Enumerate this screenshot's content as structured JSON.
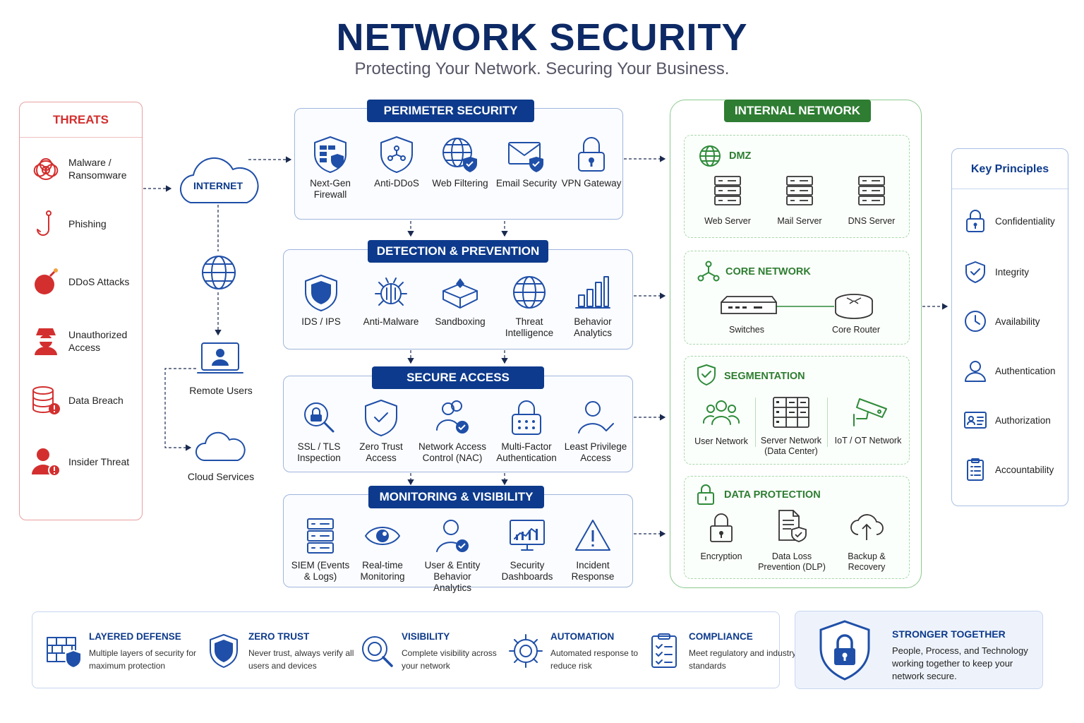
{
  "header": {
    "title": "NETWORK SECURITY",
    "subtitle": "Protecting Your Network. Securing Your Business."
  },
  "threats": {
    "title": "THREATS",
    "items": [
      {
        "label": "Malware / Ransomware",
        "icon": "biohazard-icon"
      },
      {
        "label": "Phishing",
        "icon": "hook-icon"
      },
      {
        "label": "DDoS Attacks",
        "icon": "bomb-icon"
      },
      {
        "label": "Unauthorized Access",
        "icon": "hacker-icon"
      },
      {
        "label": "Data Breach",
        "icon": "database-alert-icon"
      },
      {
        "label": "Insider Threat",
        "icon": "user-alert-icon"
      }
    ]
  },
  "entry": {
    "internet": "INTERNET",
    "remote_users": "Remote Users",
    "cloud_services": "Cloud Services"
  },
  "perimeter": {
    "title": "PERIMETER SECURITY",
    "items": [
      "Next-Gen Firewall",
      "Anti-DDoS",
      "Web Filtering",
      "Email Security",
      "VPN Gateway"
    ]
  },
  "detection": {
    "title": "DETECTION & PREVENTION",
    "items": [
      "IDS / IPS",
      "Anti-Malware",
      "Sandboxing",
      "Threat Intelligence",
      "Behavior Analytics"
    ]
  },
  "access": {
    "title": "SECURE ACCESS",
    "items": [
      "SSL / TLS Inspection",
      "Zero Trust Access",
      "Network Access Control (NAC)",
      "Multi-Factor Authentication",
      "Least Privilege Access"
    ]
  },
  "monitoring": {
    "title": "MONITORING & VISIBILITY",
    "items": [
      "SIEM (Events & Logs)",
      "Real-time Monitoring",
      "User & Entity Behavior Analytics",
      "Security Dashboards",
      "Incident Response"
    ]
  },
  "internal": {
    "title": "INTERNAL NETWORK",
    "dmz": {
      "title": "DMZ",
      "items": [
        "Web Server",
        "Mail Server",
        "DNS Server"
      ]
    },
    "core": {
      "title": "CORE NETWORK",
      "items": [
        "Switches",
        "Core Router"
      ]
    },
    "segmentation": {
      "title": "SEGMENTATION",
      "items": [
        "User Network",
        "Server Network (Data Center)",
        "IoT / OT Network"
      ]
    },
    "data_protection": {
      "title": "DATA PROTECTION",
      "items": [
        "Encryption",
        "Data Loss Prevention (DLP)",
        "Backup & Recovery"
      ]
    }
  },
  "principles": {
    "title": "Key Principles",
    "items": [
      "Confidentiality",
      "Integrity",
      "Availability",
      "Authentication",
      "Authorization",
      "Accountability"
    ]
  },
  "bottom": {
    "items": [
      {
        "title": "LAYERED DEFENSE",
        "desc": "Multiple layers of security for maximum protection"
      },
      {
        "title": "ZERO TRUST",
        "desc": "Never trust, always verify all users and devices"
      },
      {
        "title": "VISIBILITY",
        "desc": "Complete visibility across your network"
      },
      {
        "title": "AUTOMATION",
        "desc": "Automated response to reduce risk"
      },
      {
        "title": "COMPLIANCE",
        "desc": "Meet regulatory and industry standards"
      }
    ],
    "stronger": {
      "title": "STRONGER TOGETHER",
      "desc": "People, Process, and Technology working together to keep your network secure."
    }
  },
  "colors": {
    "navy": "#0d3a8c",
    "threat_red": "#d32f2f",
    "internal_green": "#2e7d32"
  }
}
